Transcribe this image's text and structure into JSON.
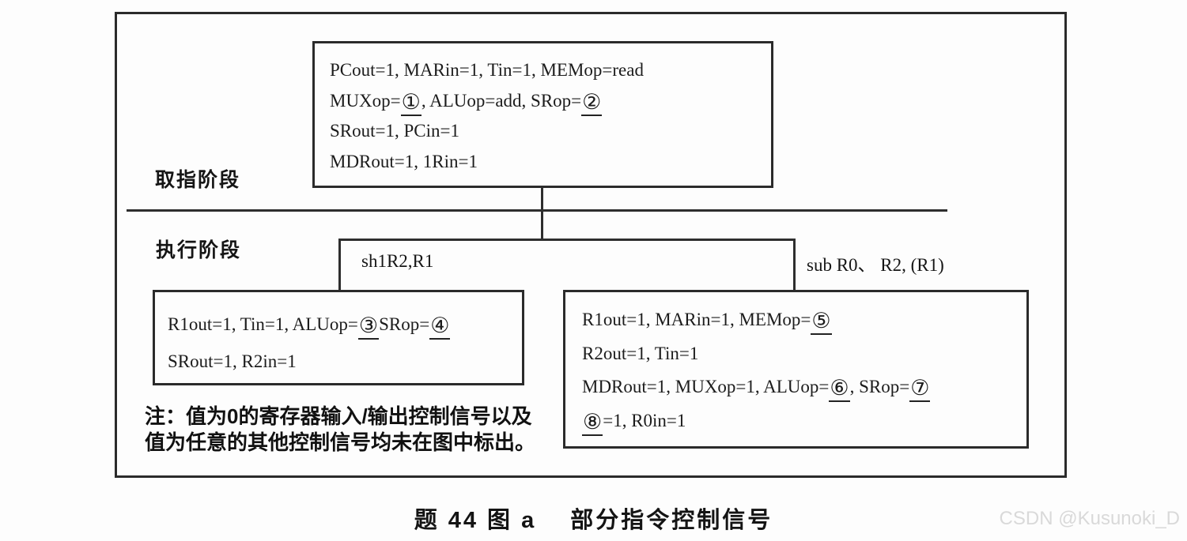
{
  "figure": {
    "stage_labels": {
      "fetch": "取指阶段",
      "execute": "执行阶段"
    },
    "fetch_box": {
      "lines": [
        [
          {
            "t": "PCout=1, MARin=1, Tin=1, MEMop=read"
          }
        ],
        [
          {
            "t": "MUXop="
          },
          {
            "c": "①"
          },
          {
            "t": ", ALUop=add, SRop="
          },
          {
            "c": "②"
          }
        ],
        [
          {
            "t": "SRout=1, PCin=1"
          }
        ],
        [
          {
            "t": "MDRout=1, 1Rin=1"
          }
        ]
      ]
    },
    "branch_labels": {
      "left": "sh1R2,R1",
      "right": "sub R0、 R2, (R1)"
    },
    "left_exec_box": {
      "lines": [
        [
          {
            "t": "R1out=1, Tin=1, ALUop="
          },
          {
            "c": "③"
          },
          {
            "t": "SRop="
          },
          {
            "c": "④"
          }
        ],
        [
          {
            "t": "SRout=1, R2in=1"
          }
        ]
      ]
    },
    "right_exec_box": {
      "lines": [
        [
          {
            "t": "R1out=1, MARin=1, MEMop="
          },
          {
            "c": "⑤"
          }
        ],
        [
          {
            "t": "R2out=1, Tin=1"
          }
        ],
        [
          {
            "t": "MDRout=1, MUXop=1, ALUop="
          },
          {
            "c": "⑥"
          },
          {
            "t": ", SRop="
          },
          {
            "c": "⑦"
          }
        ],
        [
          {
            "c": "⑧"
          },
          {
            "t": "=1, R0in=1"
          }
        ]
      ]
    },
    "note_lines": [
      "注：值为0的寄存器输入/输出控制信号以及",
      "值为任意的其他控制信号均未在图中标出。"
    ],
    "caption": "题 44 图 a　 部分指令控制信号",
    "watermark": "CSDN @Kusunoki_D"
  },
  "colors": {
    "ink": "#2b2b2b",
    "text": "#1c1c1c",
    "watermark": "#d9d9d9",
    "background": "#fdfdfd"
  }
}
